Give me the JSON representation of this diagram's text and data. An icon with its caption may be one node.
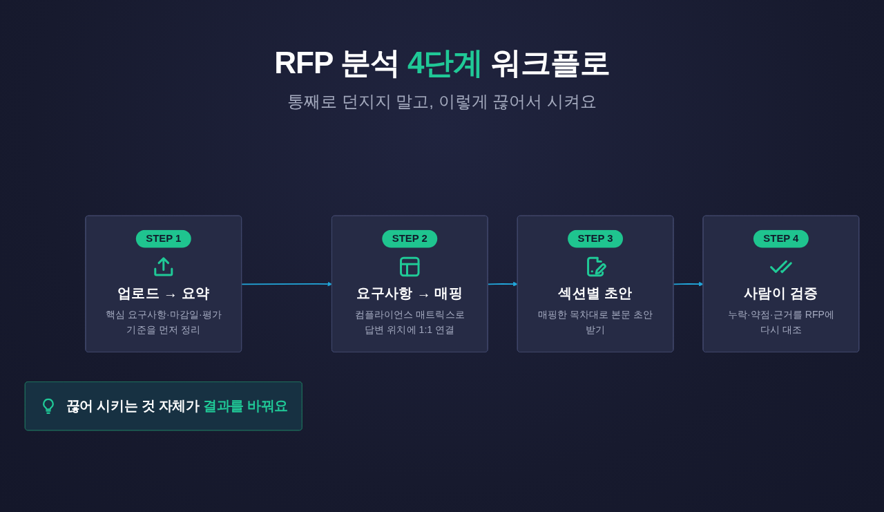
{
  "diagram": {
    "title": "RFP 분석 4단계 워크플로",
    "nodes": [
      {
        "text": [
          "STEP 1",
          "업로드 → 요약",
          "핵심 요구사항·마감일·평가 기준을 먼저 정리"
        ]
      },
      {
        "text": [
          "STEP 2",
          "요구사항 → 매핑",
          "컴플라이언스 매트릭스로 답변 위치에 1:1 연결"
        ]
      },
      {
        "text": [
          "STEP 3",
          "섹션별 초안",
          "매핑한 목차대로 본문 초안 받기"
        ]
      },
      {
        "text": [
          "STEP 4",
          "사람이 검증",
          "누락·약점·근거를 RFP에 다시 대조"
        ]
      },
      {
        "text": [
          "끊어 시키는 것 자체가 결과를 바꿔요"
        ]
      }
    ],
    "edges": [
      {
        "from": 0,
        "to": 1,
        "arrow": "to"
      },
      {
        "from": 1,
        "to": 2,
        "arrow": "to"
      },
      {
        "from": 2,
        "to": 3,
        "arrow": "to"
      }
    ],
    "labels": [
      "통째로 던지지 말고, 이렇게 끊어서 시켜요"
    ]
  }
}
